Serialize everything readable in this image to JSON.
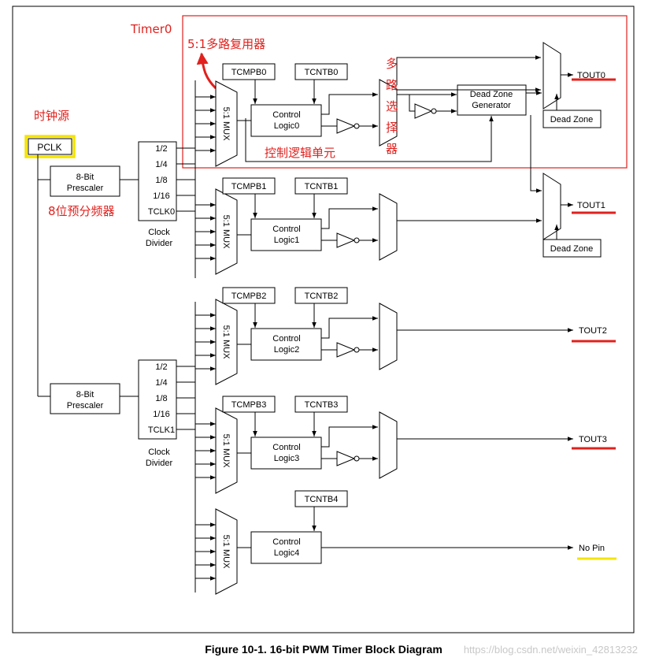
{
  "caption": "Figure 10-1. 16-bit PWM Timer Block Diagram",
  "watermark": "https://blog.csdn.net/weixin_42813232",
  "pclk": "PCLK",
  "prescaler": "8-Bit\nPrescaler",
  "clock_divider": {
    "label": "Clock\nDivider",
    "rows_top": [
      "1/2",
      "1/4",
      "1/8",
      "1/16",
      "TCLK0"
    ],
    "rows_bottom": [
      "1/2",
      "1/4",
      "1/8",
      "1/16",
      "TCLK1"
    ]
  },
  "mux_label": "5:1 MUX",
  "channels": [
    {
      "tcmpb": "TCMPB0",
      "tcntb": "TCNTB0",
      "logic": "Control\nLogic0",
      "out": "TOUT0",
      "dead_zone_gen": "Dead Zone\nGenerator",
      "dead_zone": "Dead Zone"
    },
    {
      "tcmpb": "TCMPB1",
      "tcntb": "TCNTB1",
      "logic": "Control\nLogic1",
      "out": "TOUT1",
      "dead_zone": "Dead Zone"
    },
    {
      "tcmpb": "TCMPB2",
      "tcntb": "TCNTB2",
      "logic": "Control\nLogic2",
      "out": "TOUT2"
    },
    {
      "tcmpb": "TCMPB3",
      "tcntb": "TCNTB3",
      "logic": "Control\nLogic3",
      "out": "TOUT3"
    },
    {
      "tcntb": "TCNTB4",
      "logic": "Control\nLogic4",
      "out": "No Pin"
    }
  ],
  "annotations": {
    "timer0": "Timer0",
    "mux51": "5:1多路复用器",
    "clock_source": "时钟源",
    "prescaler_cn": "8位预分频器",
    "control_unit": "控制逻辑单元",
    "multiplexer": [
      "多",
      "路",
      "选",
      "择",
      "器"
    ]
  },
  "colors": {
    "annotation_red": "#e0211d",
    "highlight_yellow": "#f5e400",
    "line": "#000000"
  }
}
